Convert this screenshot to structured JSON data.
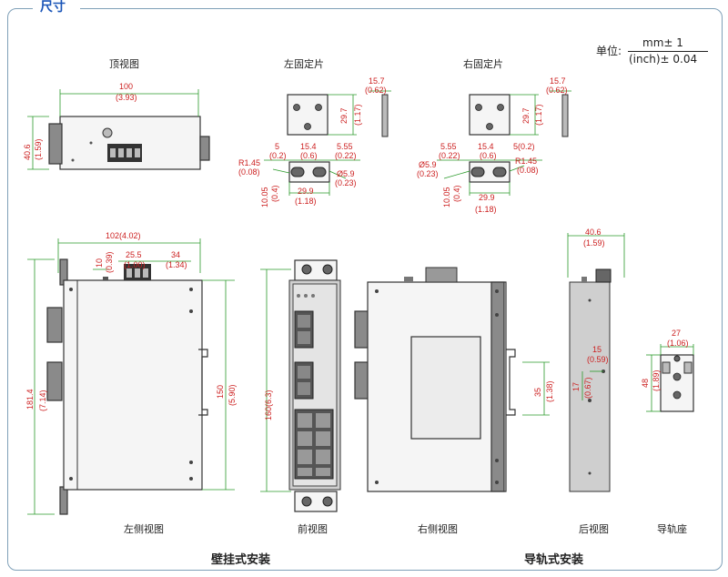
{
  "section_title": "尺寸",
  "unit": {
    "label": "单位:",
    "numerator": "mm± 1",
    "denominator": "(inch)± 0.04"
  },
  "views": {
    "top": "顶视图",
    "left_bracket": "左固定片",
    "right_bracket": "右固定片",
    "left_side": "左侧视图",
    "front": "前视图",
    "right_side": "右侧视图",
    "rear": "后视图",
    "rail_seat": "导轨座"
  },
  "groups": {
    "wall": "壁挂式安装",
    "rail": "导轨式安装"
  },
  "dims": {
    "top_w": "100",
    "top_w_in": "(3.93)",
    "top_h": "40.6",
    "top_h_in": "(1.59)",
    "lb_h": "29.7",
    "lb_h_in": "(1.17)",
    "lb_t": "15.7",
    "lb_t_in": "(0.62)",
    "lb_5": "5",
    "lb_5_in": "(0.2)",
    "lb_154": "15.4",
    "lb_154_in": "(0.6)",
    "lb_555": "5.55",
    "lb_555_in": "(0.22)",
    "lb_r": "R1.45",
    "lb_r_in": "(0.08)",
    "lb_d": "Ø5.9",
    "lb_d_in": "(0.23)",
    "lb_1005": "10.05",
    "lb_1005_in": "(0.4)",
    "lb_299": "29.9",
    "lb_299_in": "(1.18)",
    "rb_h": "29.7",
    "rb_h_in": "(1.17)",
    "rb_t": "15.7",
    "rb_t_in": "(0.62)",
    "rb_555": "5.55",
    "rb_555_in": "(0.22)",
    "rb_154": "15.4",
    "rb_154_in": "(0.6)",
    "rb_5": "5(0.2)",
    "rb_d": "Ø5.9",
    "rb_d_in": "(0.23)",
    "rb_r": "R1.45",
    "rb_r_in": "(0.08)",
    "rb_1005": "10.05",
    "rb_1005_in": "(0.4)",
    "rb_299": "29.9",
    "rb_299_in": "(1.18)",
    "ls_w": "102(4.02)",
    "ls_10": "10",
    "ls_10_in": "(0.39)",
    "ls_255": "25.5",
    "ls_255_in": "(1.00)",
    "ls_34": "34",
    "ls_34_in": "(1.34)",
    "ls_h": "181.4",
    "ls_h_in": "(7.14)",
    "ls_150": "150",
    "ls_150_in": "(5.90)",
    "fr_h": "160(6.3)",
    "rs_35": "35",
    "rs_35_in": "(1.38)",
    "rv_w": "40.6",
    "rv_w_in": "(1.59)",
    "rv_15": "15",
    "rv_15_in": "(0.59)",
    "rv_17": "17",
    "rv_17_in": "(0.67)",
    "seat_w": "27",
    "seat_w_in": "(1.06)",
    "seat_h": "48",
    "seat_h_in": "(1.89)"
  }
}
